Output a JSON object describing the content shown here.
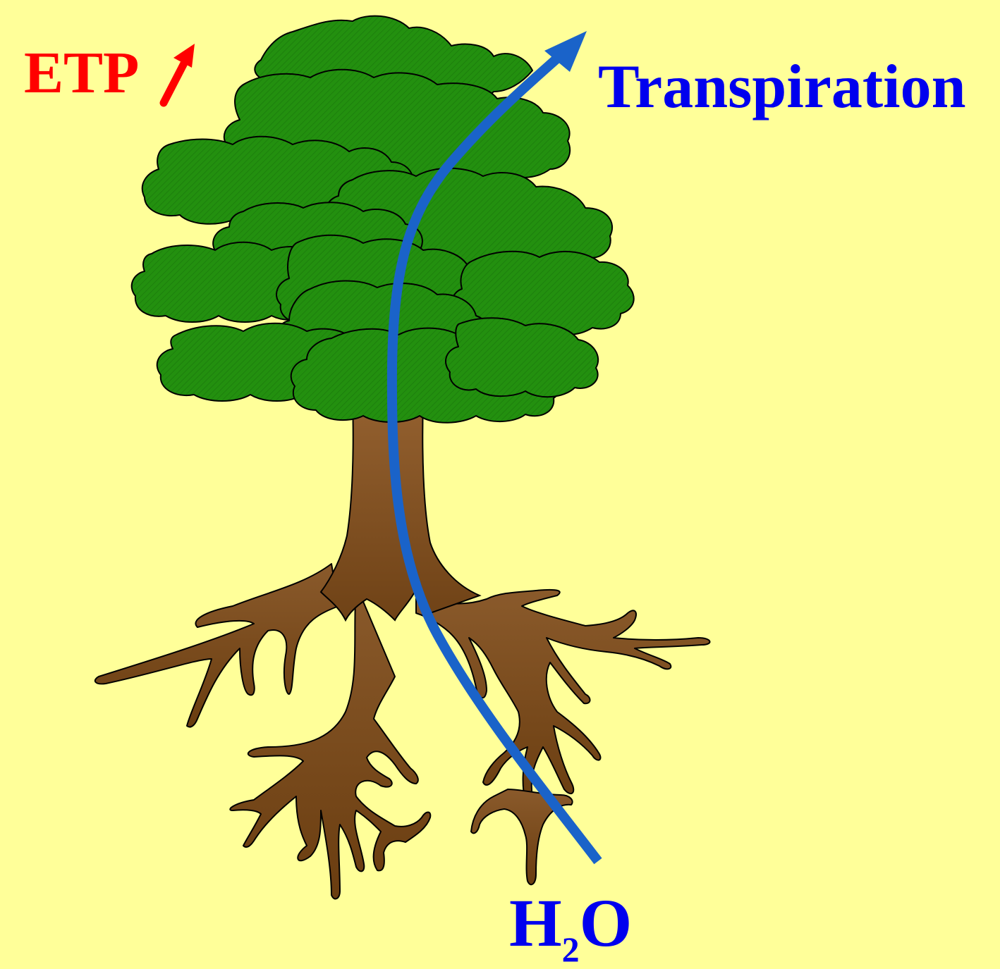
{
  "labels": {
    "etp": "ETP",
    "transpiration": "Transpiration",
    "water_h": "H",
    "water_sub": "2",
    "water_o": "O"
  },
  "colors": {
    "background": "#ffff99",
    "etp_text": "#ff0000",
    "label_text": "#0000ee",
    "flow_arrow": "#1a63c9",
    "foliage": "#1f8a12",
    "foliage_dark": "#0d5a06",
    "trunk": "#8a5a2b",
    "root": "#7a4a1a"
  },
  "icons": {
    "etp_indicator": "up-right-arrow-icon",
    "tree": "tree-illustration",
    "flow": "curved-arrow-icon"
  }
}
